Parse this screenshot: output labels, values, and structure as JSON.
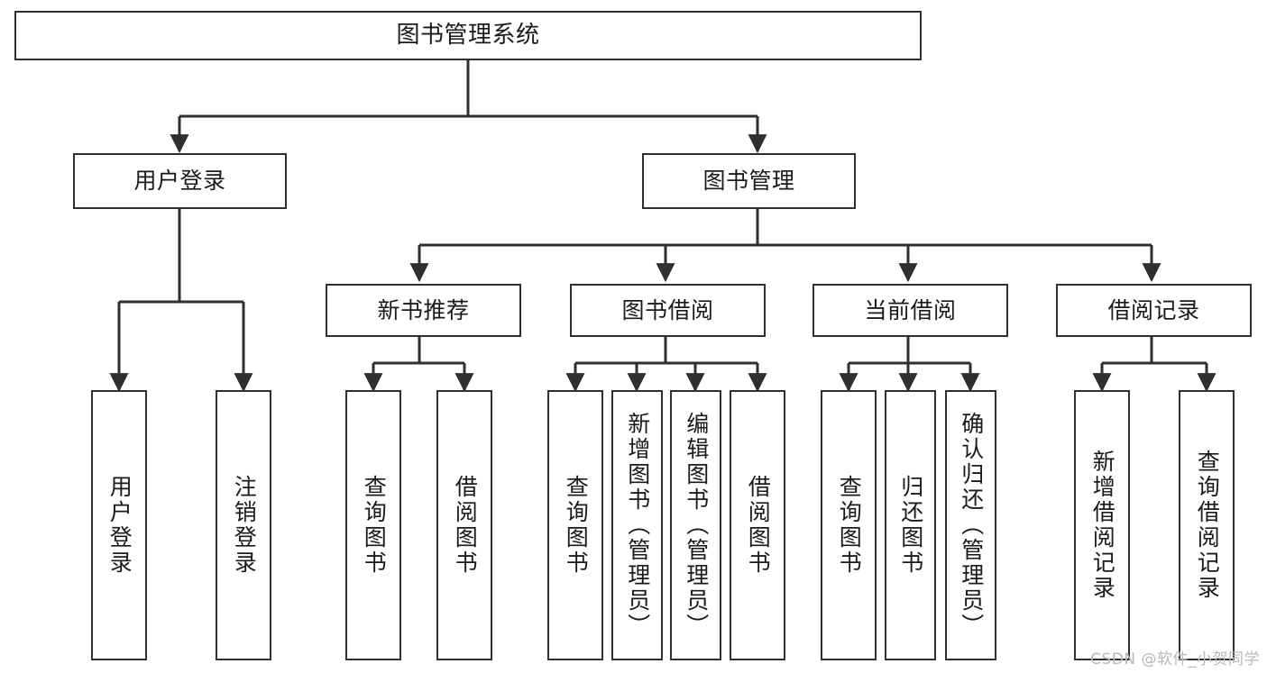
{
  "diagram": {
    "title": "图书管理系统",
    "type": "functional-structure-tree",
    "watermark": "CSDN @软件_小贺同学",
    "colors": {
      "border": "#2f2f2f",
      "background": "#ffffff",
      "text": "#1a1a1a",
      "edge": "#2f2f2f",
      "watermark": "#b9b9b9"
    },
    "nodes": {
      "root": {
        "label": "图书管理系统"
      },
      "level2": [
        {
          "id": "user-login",
          "label": "用户登录"
        },
        {
          "id": "book-manage",
          "label": "图书管理"
        }
      ],
      "level3": [
        {
          "id": "new-book-recommend",
          "label": "新书推荐"
        },
        {
          "id": "book-borrow",
          "label": "图书借阅"
        },
        {
          "id": "current-borrow",
          "label": "当前借阅"
        },
        {
          "id": "borrow-record",
          "label": "借阅记录"
        }
      ],
      "leaves": {
        "user-login": [
          {
            "id": "leaf-user-login",
            "label": "用户登录"
          },
          {
            "id": "leaf-logout-login",
            "label": "注销登录"
          }
        ],
        "new-book-recommend": [
          {
            "id": "leaf-query-book-1",
            "label": "查询图书"
          },
          {
            "id": "leaf-borrow-book-1",
            "label": "借阅图书"
          }
        ],
        "book-borrow": [
          {
            "id": "leaf-query-book-2",
            "label": "查询图书"
          },
          {
            "id": "leaf-add-book",
            "label": "新增图书（管理员）"
          },
          {
            "id": "leaf-edit-book",
            "label": "编辑图书（管理员）"
          },
          {
            "id": "leaf-borrow-book-2",
            "label": "借阅图书"
          }
        ],
        "current-borrow": [
          {
            "id": "leaf-query-book-3",
            "label": "查询图书"
          },
          {
            "id": "leaf-return-book",
            "label": "归还图书"
          },
          {
            "id": "leaf-confirm-return",
            "label": "确认归还（管理员）"
          }
        ],
        "borrow-record": [
          {
            "id": "leaf-add-record",
            "label": "新增借阅记录"
          },
          {
            "id": "leaf-query-record",
            "label": "查询借阅记录"
          }
        ]
      }
    }
  }
}
